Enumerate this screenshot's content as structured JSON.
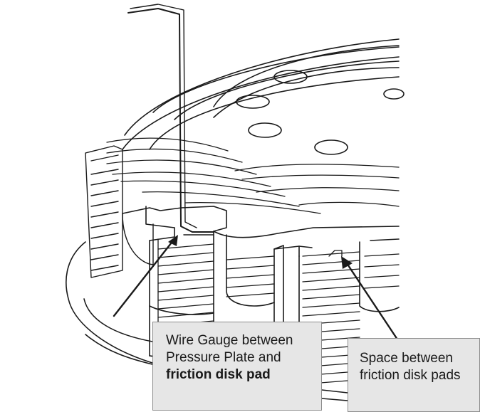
{
  "callouts": {
    "left": {
      "line1": "Wire Gauge between",
      "line2": "Pressure Plate and",
      "line3": "friction disk pad"
    },
    "right": {
      "line1": "Space between",
      "line2": "friction disk pads"
    }
  },
  "colors": {
    "line": "#1a1a1a",
    "box_fill": "#e6e6e6",
    "box_border": "#8c8c8c"
  }
}
